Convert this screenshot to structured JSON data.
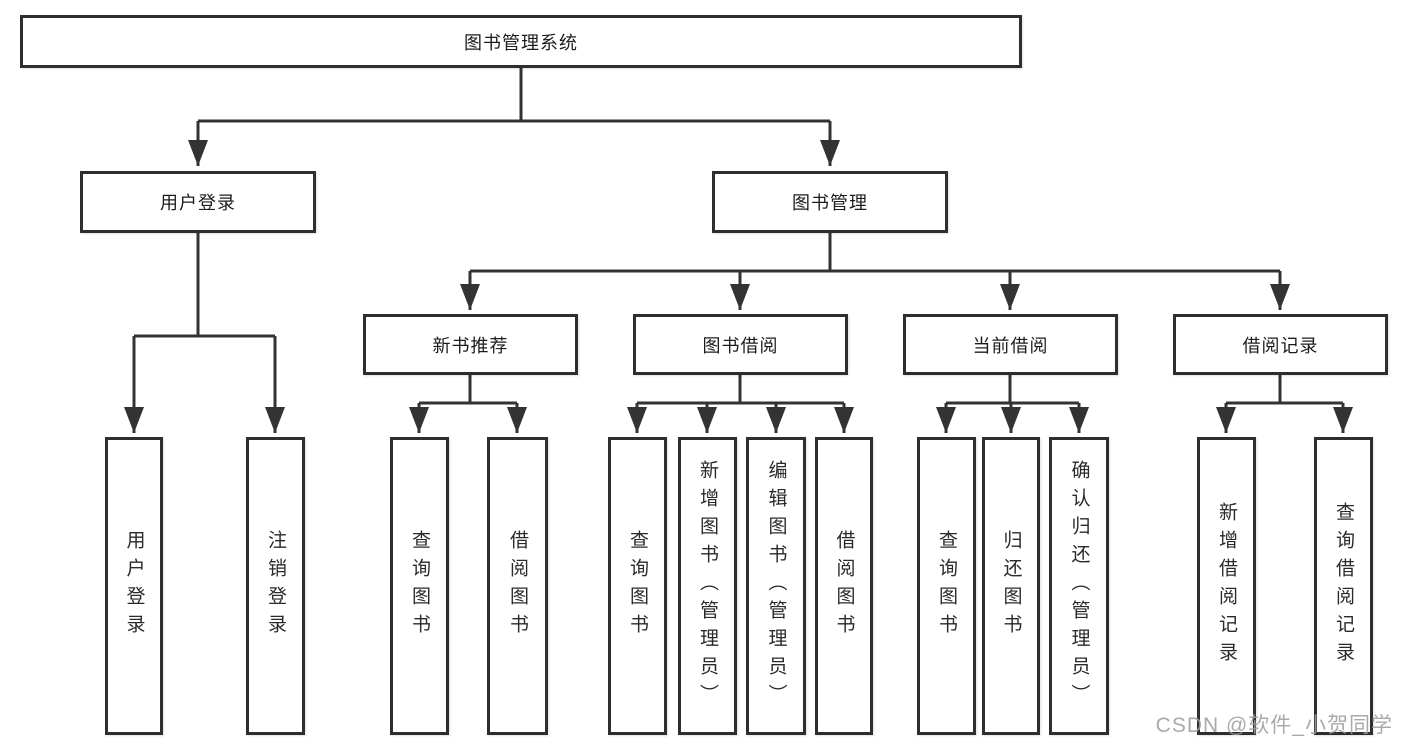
{
  "diagram": {
    "root": "图书管理系统",
    "user_login_branch": {
      "label": "用户登录",
      "children": [
        "用户登录",
        "注销登录"
      ]
    },
    "book_mgmt_branch": {
      "label": "图书管理",
      "groups": [
        {
          "label": "新书推荐",
          "children": [
            "查询图书",
            "借阅图书"
          ]
        },
        {
          "label": "图书借阅",
          "children": [
            "查询图书",
            "新增图书（管理员）",
            "编辑图书（管理员）",
            "借阅图书"
          ]
        },
        {
          "label": "当前借阅",
          "children": [
            "查询图书",
            "归还图书",
            "确认归还（管理员）"
          ]
        },
        {
          "label": "借阅记录",
          "children": [
            "新增借阅记录",
            "查询借阅记录"
          ]
        }
      ]
    }
  },
  "colors": {
    "line": "#333333",
    "border": "#2e2e2e",
    "watermark": "#9e9e9e"
  },
  "watermark": "CSDN @软件_小贺同学"
}
